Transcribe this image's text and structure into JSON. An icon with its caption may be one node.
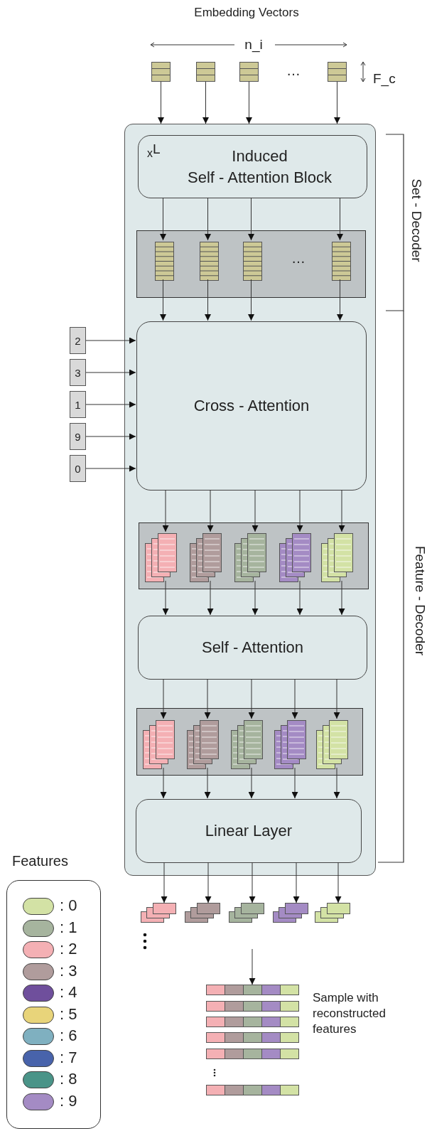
{
  "diagram": {
    "nodes": [
      {
        "text": [],
        "shape": "box"
      },
      {
        "text": [],
        "shape": "box"
      },
      {
        "text": [],
        "shape": "box"
      },
      {
        "text": [],
        "shape": "box"
      },
      {
        "text": [],
        "shape": "box"
      },
      {
        "text": [
          "$_{x}$L",
          "Induced Self - Attention Block"
        ],
        "in": 4
      },
      {
        "text": [],
        "shape": "box",
        "in": 4
      },
      {
        "text": [],
        "shape": "box",
        "in": 6
      },
      {
        "text": [],
        "shape": "box",
        "in": 6
      },
      {
        "text": [],
        "shape": "box",
        "in": 6
      },
      {
        "text": [],
        "shape": "box",
        "in": 6
      },
      {
        "text": [
          "Cross - Attention"
        ],
        "in": 4
      },
      {
        "text": [
          "2"
        ]
      },
      {
        "text": [
          "3"
        ]
      },
      {
        "text": [
          "1"
        ]
      },
      {
        "text": [
          "9"
        ]
      },
      {
        "text": [
          "0"
        ]
      },
      {
        "text": [],
        "shape": "box",
        "in": 4
      },
      {
        "text": [],
        "shape": "box",
        "in": 17
      },
      {
        "text": [],
        "shape": "box",
        "in": 17
      },
      {
        "text": [],
        "shape": "box",
        "in": 17
      },
      {
        "text": [],
        "shape": "box",
        "in": 17
      },
      {
        "text": [],
        "shape": "box",
        "in": 17
      },
      {
        "text": [
          "Self - Attention"
        ],
        "in": 4
      },
      {
        "text": [],
        "shape": "box",
        "in": 4
      },
      {
        "text": [],
        "shape": "box",
        "in": 24
      },
      {
        "text": [],
        "shape": "box",
        "in": 24
      },
      {
        "text": [],
        "shape": "box",
        "in": 24
      },
      {
        "text": [],
        "shape": "box",
        "in": 24
      },
      {
        "text": [],
        "shape": "box",
        "in": 24
      },
      {
        "text": [
          "Linear Layer"
        ],
        "in": 4
      },
      {
        "text": [],
        "shape": "box"
      },
      {
        "text": [],
        "shape": "box"
      },
      {
        "text": [],
        "shape": "box"
      },
      {
        "text": [],
        "shape": "box"
      },
      {
        "text": [],
        "shape": "box"
      },
      {
        "text": [],
        "shape": "box",
        "beside": [
          "Sample with reconstructed features"
        ]
      }
    ],
    "edges": [
      {
        "from": 0,
        "to": 4,
        "arrow": "to"
      },
      {
        "from": 1,
        "to": 4,
        "arrow": "to"
      },
      {
        "from": 2,
        "to": 4,
        "arrow": "to"
      },
      {
        "from": 3,
        "to": 4,
        "arrow": "to"
      },
      {
        "from": 5,
        "to": 7,
        "arrow": "to"
      },
      {
        "from": 5,
        "to": 8,
        "arrow": "to"
      },
      {
        "from": 5,
        "to": 9,
        "arrow": "to"
      },
      {
        "from": 5,
        "to": 10,
        "arrow": "to"
      },
      {
        "from": 7,
        "to": 11,
        "arrow": "to"
      },
      {
        "from": 8,
        "to": 11,
        "arrow": "to"
      },
      {
        "from": 9,
        "to": 11,
        "arrow": "to"
      },
      {
        "from": 10,
        "to": 11,
        "arrow": "to"
      },
      {
        "from": 12,
        "to": 11,
        "arrow": "to"
      },
      {
        "from": 13,
        "to": 11,
        "arrow": "to"
      },
      {
        "from": 14,
        "to": 11,
        "arrow": "to"
      },
      {
        "from": 15,
        "to": 11,
        "arrow": "to"
      },
      {
        "from": 16,
        "to": 11,
        "arrow": "to"
      },
      {
        "from": 11,
        "to": 18,
        "arrow": "to"
      },
      {
        "from": 11,
        "to": 19,
        "arrow": "to"
      },
      {
        "from": 11,
        "to": 20,
        "arrow": "to"
      },
      {
        "from": 11,
        "to": 21,
        "arrow": "to"
      },
      {
        "from": 11,
        "to": 22,
        "arrow": "to"
      },
      {
        "from": 18,
        "to": 23,
        "arrow": "to"
      },
      {
        "from": 19,
        "to": 23,
        "arrow": "to"
      },
      {
        "from": 20,
        "to": 23,
        "arrow": "to"
      },
      {
        "from": 21,
        "to": 23,
        "arrow": "to"
      },
      {
        "from": 22,
        "to": 23,
        "arrow": "to"
      },
      {
        "from": 23,
        "to": 25,
        "arrow": "to"
      },
      {
        "from": 23,
        "to": 26,
        "arrow": "to"
      },
      {
        "from": 23,
        "to": 27,
        "arrow": "to"
      },
      {
        "from": 23,
        "to": 28,
        "arrow": "to"
      },
      {
        "from": 23,
        "to": 29,
        "arrow": "to"
      },
      {
        "from": 25,
        "to": 30,
        "arrow": "to"
      },
      {
        "from": 26,
        "to": 30,
        "arrow": "to"
      },
      {
        "from": 27,
        "to": 30,
        "arrow": "to"
      },
      {
        "from": 28,
        "to": 30,
        "arrow": "to"
      },
      {
        "from": 29,
        "to": 30,
        "arrow": "to"
      },
      {
        "from": 30,
        "to": 31,
        "arrow": "to"
      },
      {
        "from": 30,
        "to": 32,
        "arrow": "to"
      },
      {
        "from": 30,
        "to": 33,
        "arrow": "to"
      },
      {
        "from": 30,
        "to": 34,
        "arrow": "to"
      },
      {
        "from": 30,
        "to": 35,
        "arrow": "to"
      },
      {
        "from": null,
        "to": 36,
        "arrow": "to"
      }
    ],
    "labels": [
      "Embedding Vectors",
      "n_i",
      "…",
      "F_c",
      "Set - Decoder",
      "…",
      "Feature - Decoder",
      "Features"
    ],
    "legend": [
      {
        "text": ": 0",
        "color": "#d3e2a5"
      },
      {
        "text": ": 1",
        "color": "#a6b49e"
      },
      {
        "text": ": 2",
        "color": "#f4b0b4"
      },
      {
        "text": ": 3",
        "color": "#b09c9c"
      },
      {
        "text": ": 4",
        "color": "#6f4f9c"
      },
      {
        "text": ": 5",
        "color": "#e8d47a"
      },
      {
        "text": ": 6",
        "color": "#7fb0c0"
      },
      {
        "text": ": 7",
        "color": "#4863ab"
      },
      {
        "text": ": 8",
        "color": "#4a9488"
      },
      {
        "text": ": 9",
        "color": "#a48bc4"
      }
    ]
  }
}
